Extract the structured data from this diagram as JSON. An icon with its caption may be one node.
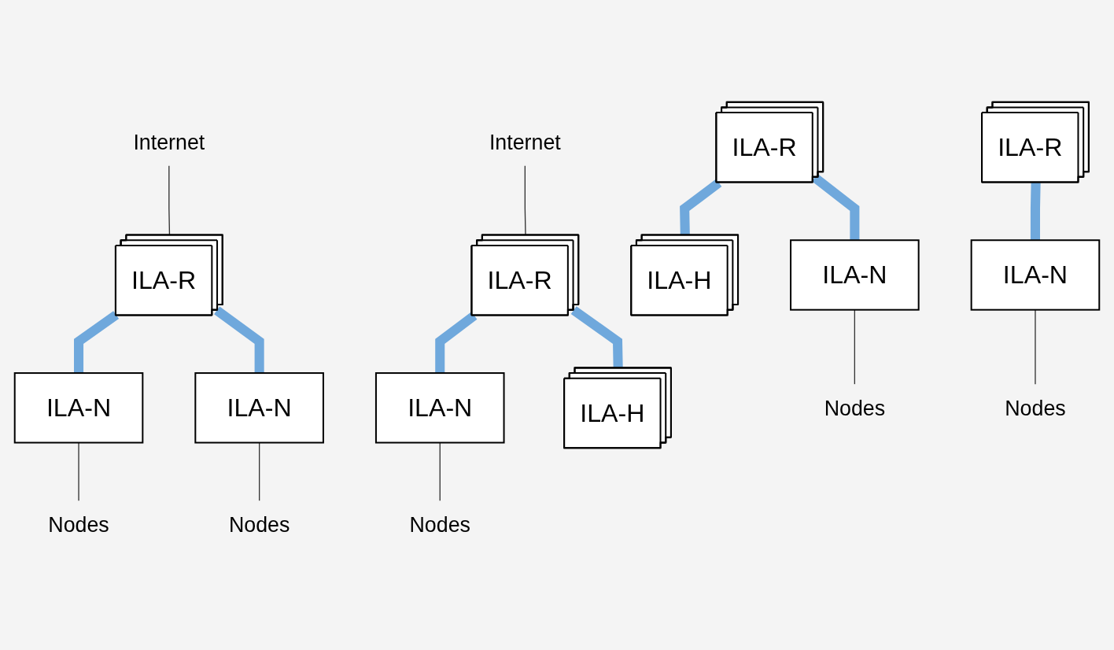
{
  "diagram": {
    "nodes": [
      {
        "text": [
          "Internet"
        ]
      },
      {
        "text": [
          "ILA-R"
        ]
      },
      {
        "text": [
          "ILA-H"
        ]
      },
      {
        "text": [
          "ILA-N"
        ]
      },
      {
        "text": [
          "ILA-N"
        ]
      },
      {
        "text": [
          "Internet"
        ]
      },
      {
        "text": [
          "ILA-N"
        ]
      },
      {
        "text": [
          "ILA-R"
        ]
      },
      {
        "text": [
          "ILA-R"
        ]
      },
      {
        "text": [
          "Nodes"
        ]
      },
      {
        "text": [
          "Nodes"
        ]
      },
      {
        "text": [
          "Nodes"
        ]
      },
      {
        "text": [
          "ILA-N"
        ]
      },
      {
        "text": [
          "ILA-N"
        ]
      },
      {
        "text": [
          "ILA-H"
        ]
      },
      {
        "text": [
          "Nodes"
        ]
      },
      {
        "text": [
          "Nodes"
        ]
      },
      {
        "text": [
          "ILA-R"
        ]
      }
    ],
    "edges": [
      {
        "from": 0,
        "to": 1,
        "arrow": "none"
      },
      {
        "from": 1,
        "to": 3,
        "arrow": "none",
        "style": "thick",
        "color": "#6fa8dc"
      },
      {
        "from": 1,
        "to": 4,
        "arrow": "none",
        "style": "thick",
        "color": "#6fa8dc"
      },
      {
        "from": 7,
        "to": 2,
        "arrow": "none",
        "style": "thick",
        "color": "#6fa8dc"
      },
      {
        "from": 7,
        "to": 12,
        "arrow": "none",
        "style": "thick",
        "color": "#6fa8dc"
      },
      {
        "from": 5,
        "to": 8,
        "arrow": "none"
      },
      {
        "from": 8,
        "to": 6,
        "arrow": "none",
        "style": "thick",
        "color": "#6fa8dc"
      },
      {
        "from": 8,
        "to": 14,
        "arrow": "none",
        "style": "thick",
        "color": "#6fa8dc"
      },
      {
        "from": 17,
        "to": 13,
        "arrow": "none",
        "style": "thick",
        "color": "#6fa8dc"
      },
      {
        "from": 3,
        "to": 9,
        "arrow": "none"
      },
      {
        "from": 4,
        "to": 10,
        "arrow": "none"
      },
      {
        "from": 6,
        "to": 11,
        "arrow": "none"
      },
      {
        "from": 12,
        "to": 15,
        "arrow": "none"
      },
      {
        "from": 13,
        "to": 16,
        "arrow": "none"
      }
    ]
  }
}
